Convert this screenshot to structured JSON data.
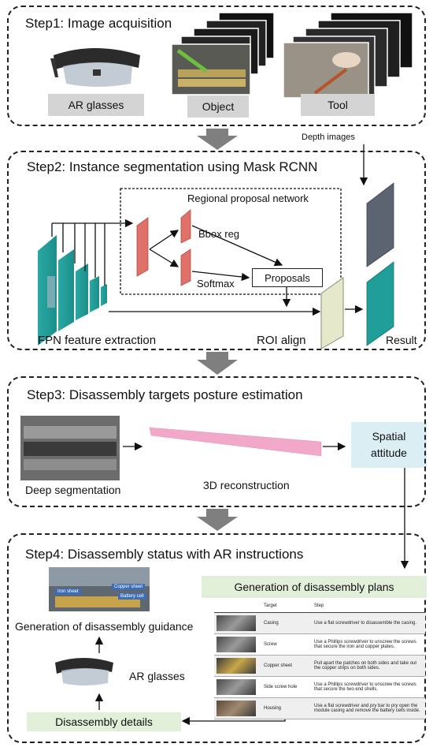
{
  "step1": {
    "title": "Step1: Image acquisition",
    "ar_glasses_label": "AR glasses",
    "object_label": "Object",
    "tool_label": "Tool",
    "depth_images_label": "Depth images"
  },
  "step2": {
    "title": "Step2: Instance segmentation using Mask RCNN",
    "rpn_label": "Regional proposal network",
    "bbox_reg_label": "Bbox reg",
    "softmax_label": "Softmax",
    "proposals_label": "Proposals",
    "fpn_label": "FPN feature extraction",
    "roi_label": "ROI align",
    "result_label": "Result"
  },
  "step3": {
    "title": "Step3: Disassembly targets posture estimation",
    "deep_seg_label": "Deep segmentation",
    "recon_label": "3D reconstruction",
    "spatial_label_1": "Spatial",
    "spatial_label_2": "attitude"
  },
  "step4": {
    "title": "Step4: Disassembly status with AR instructions",
    "plans_label": "Generation of disassembly plans",
    "guidance_label": "Generation of disassembly guidance",
    "ar_glasses_label": "AR glasses",
    "details_label": "Disassembly details",
    "table_headers": [
      "Target",
      "Step"
    ],
    "table_rows": [
      {
        "target": "Casing",
        "step": "Use a flat screwdriver to disassemble the casing."
      },
      {
        "target": "Screw",
        "step": "Use a Phillips screwdriver to unscrew the screws that secure the iron and copper plates."
      },
      {
        "target": "Copper sheet",
        "step": "Pull apart the patches on both sides and take out the copper strips on both sides."
      },
      {
        "target": "Side screw hole",
        "step": "Use a Phillips screwdriver to unscrew the screws that secure the two end shells."
      },
      {
        "target": "Housing",
        "step": "Use a flat screwdriver and pry bar to pry open the module casing and remove the battery cells inside."
      }
    ],
    "ar_view_tags": [
      "Iron sheet",
      "Copper sheet",
      "Battery cell"
    ]
  },
  "colors": {
    "fpn_teal": "#1f9e9a",
    "rpn_red": "#e07168",
    "roi_beige": "#e6e8cc",
    "result_slate": "#5b6470",
    "spatial_blue": "#daeef3",
    "plans_green": "#e2efd9",
    "label_gray": "#d4d4d4",
    "flow_arrow_gray": "#7f7f7f"
  }
}
